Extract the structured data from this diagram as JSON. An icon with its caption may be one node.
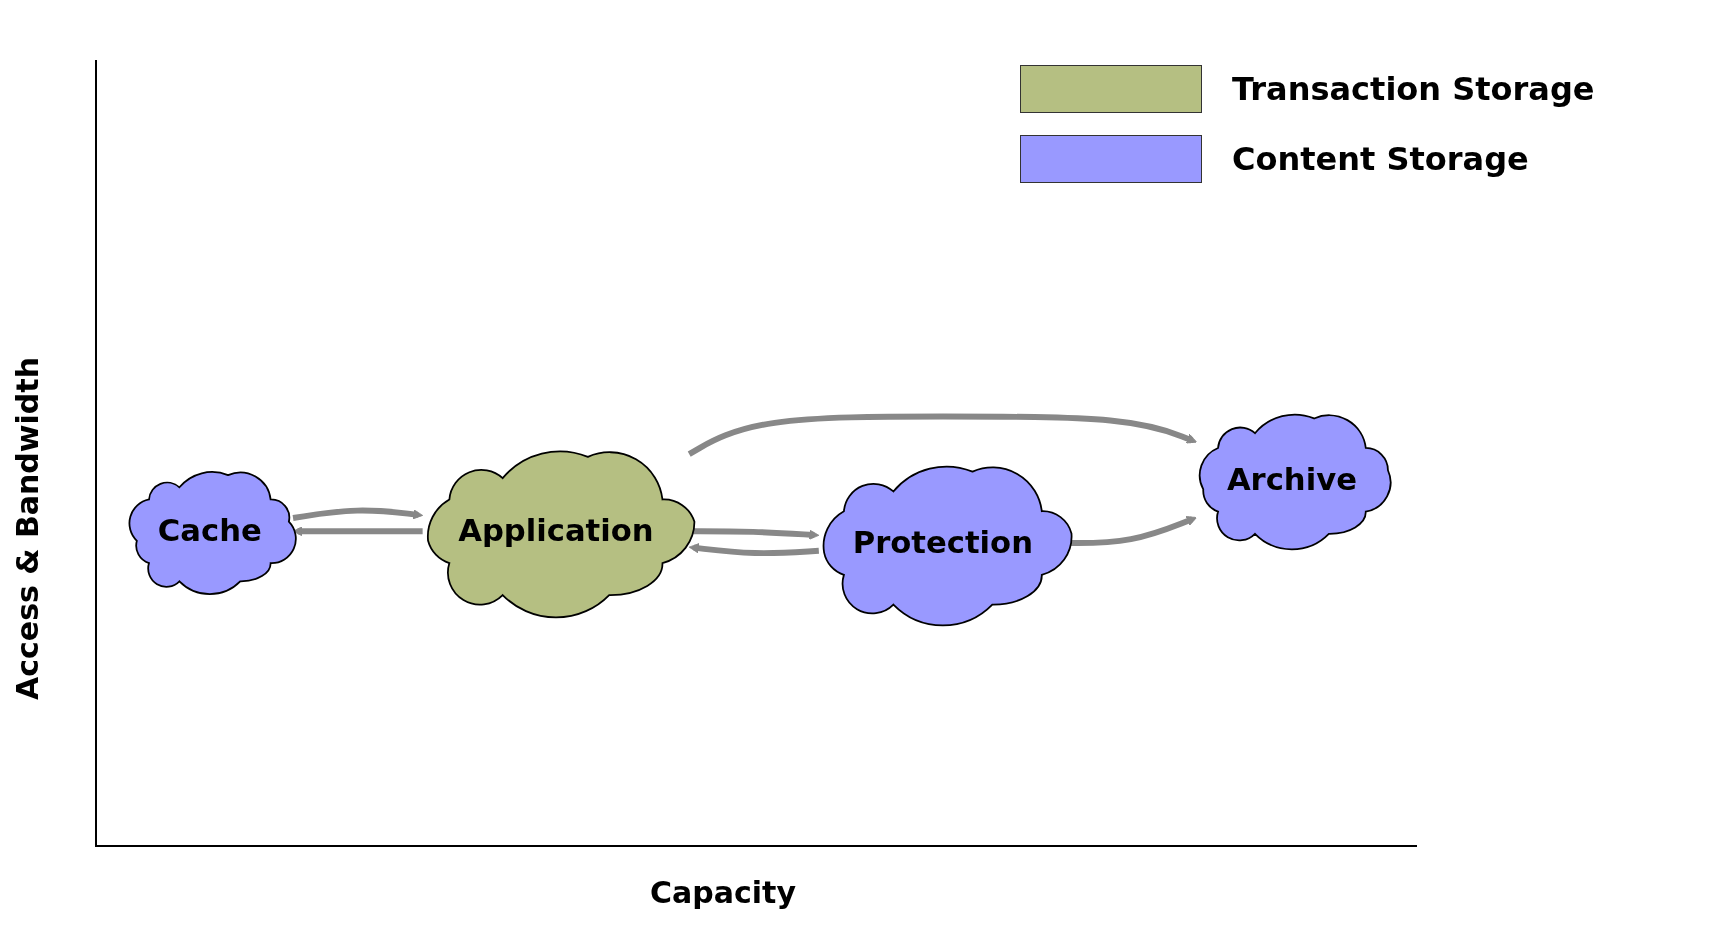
{
  "diagram": {
    "nodes": [
      {
        "text": [
          "Cache"
        ]
      },
      {
        "text": [
          "Application"
        ]
      },
      {
        "text": [
          "Protection"
        ]
      },
      {
        "text": [
          "Archive"
        ]
      }
    ],
    "edges": [
      {
        "from": 0,
        "to": 1,
        "arrow": "to"
      },
      {
        "from": 1,
        "to": 0,
        "arrow": "to"
      },
      {
        "from": 2,
        "to": 1,
        "arrow": "to"
      },
      {
        "from": 1,
        "to": 2,
        "arrow": "to"
      },
      {
        "from": 1,
        "to": 3,
        "arrow": "to"
      },
      {
        "from": 2,
        "to": 3,
        "arrow": "to"
      }
    ],
    "labels": [
      "Access & Bandwidth",
      "Capacity"
    ],
    "legend": [
      {
        "text": "Transaction Storage",
        "color": "#b5bf82"
      },
      {
        "text": "Content Storage",
        "color": "#9999ff"
      }
    ]
  }
}
